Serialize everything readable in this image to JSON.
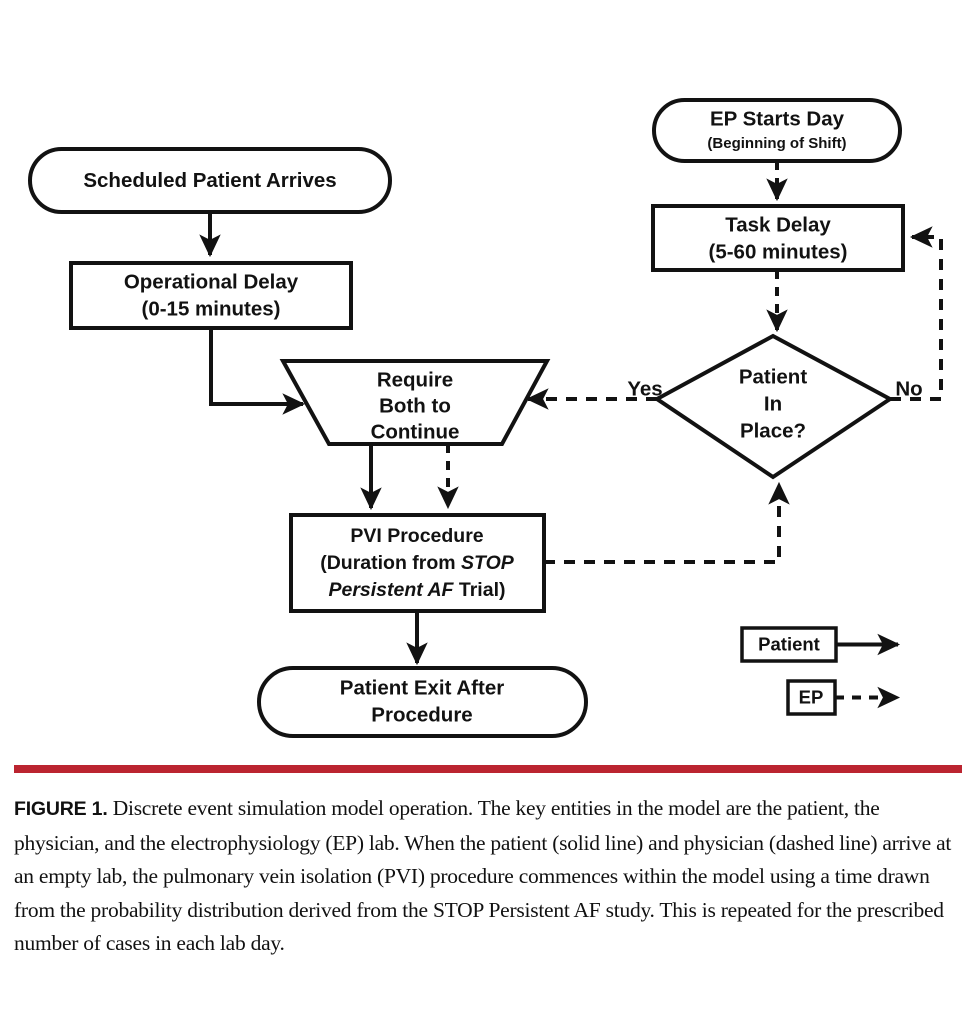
{
  "figure": {
    "label": "FIGURE 1.",
    "caption": " Discrete event simulation model operation. The key entities in the model are the patient, the physician, and the electrophysiology (EP) lab. When the patient (solid line) and physician (dashed line) arrive at an empty lab, the pulmonary vein isolation (PVI) procedure commences within the model using a time drawn from the probability distribution derived from the STOP Persistent AF study. This is repeated for the prescribed number of cases in each lab day.",
    "rule_color": "#bb2430"
  },
  "diagram": {
    "title": "Discrete event simulation model operation",
    "nodes": {
      "scheduled_patient_arrives": {
        "shape": "stadium",
        "line1": "Scheduled Patient Arrives"
      },
      "operational_delay": {
        "shape": "rectangle",
        "line1": "Operational Delay",
        "line2": "(0-15 minutes)"
      },
      "require_both": {
        "shape": "trapezoid",
        "line1": "Require",
        "line2": "Both to",
        "line3": "Continue"
      },
      "pvi_procedure": {
        "shape": "rectangle",
        "line1": "PVI Procedure",
        "line2_pre": "(Duration from ",
        "line2_italic": "STOP",
        "line3_italic": "Persistent AF",
        "line3_post": " Trial)"
      },
      "patient_exit": {
        "shape": "stadium",
        "line1": "Patient Exit After",
        "line2": "Procedure"
      },
      "ep_starts_day": {
        "shape": "stadium",
        "line1": "EP Starts Day",
        "line2": "(Beginning of Shift)"
      },
      "task_delay": {
        "shape": "rectangle",
        "line1": "Task Delay",
        "line2": "(5-60 minutes)"
      },
      "patient_in_place": {
        "shape": "diamond",
        "line1": "Patient",
        "line2": "In",
        "line3": "Place?"
      }
    },
    "edge_labels": {
      "yes": "Yes",
      "no": "No"
    },
    "legend": {
      "patient": {
        "label": "Patient",
        "line_style": "solid"
      },
      "ep": {
        "label": "EP",
        "line_style": "dashed"
      }
    },
    "colors": {
      "stroke": "#121212",
      "fill": "#ffffff"
    }
  }
}
